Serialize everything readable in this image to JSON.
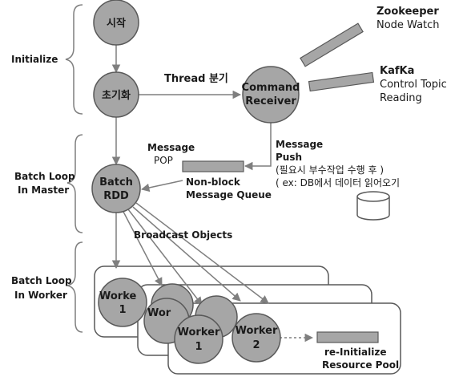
{
  "sections": {
    "initialize": "Initialize",
    "batch_master_1": "Batch Loop",
    "batch_master_2": "In Master",
    "batch_worker_1": "Batch Loop",
    "batch_worker_2": "In Worker"
  },
  "nodes": {
    "start": "시작",
    "init": "초기화",
    "command_1": "Command",
    "command_2": "Receiver",
    "batch_1": "Batch",
    "batch_2": "RDD",
    "worker_back_1": "Worke",
    "worker_back_2": "1",
    "worker_mid": "Wor",
    "worker1_1": "Worker",
    "worker1_2": "1",
    "worker2_1": "Worker",
    "worker2_2": "2"
  },
  "external": {
    "zookeeper_title": "Zookeeper",
    "zookeeper_sub": "Node Watch",
    "kafka_title": "KafKa",
    "kafka_sub1": "Control Topic",
    "kafka_sub2": "Reading"
  },
  "labels": {
    "thread_split": "Thread 분기",
    "message_pop_1": "Message",
    "message_pop_2": "POP",
    "message_push_1": "Message",
    "message_push_2": "Push",
    "push_note_1": "(필요시 부수작업 수행 후 )",
    "push_note_2": "( ex: DB에서 데이터 읽어오기",
    "queue_1": "Non-block",
    "queue_2": "Message Queue",
    "broadcast": "Broadcast Objects",
    "reinit_1": "re-Initialize",
    "reinit_2": "Resource Pool"
  },
  "colors": {
    "node_fill": "#a6a6a6",
    "bar_fill": "#a6a6a6",
    "line": "#7f7f7f",
    "text": "#1a1a1a"
  }
}
